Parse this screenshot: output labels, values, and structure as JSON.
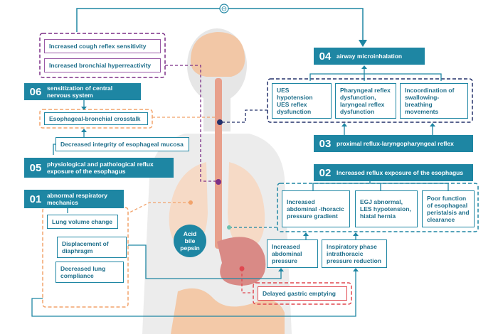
{
  "symbol_top": "⊖",
  "nodes": {
    "cough": "Increased cough reflex sensitivity",
    "bronchial": "Increased bronchial hyperreactivity",
    "n06_num": "06",
    "n06_text": "sensitization of central nervous system",
    "crosstalk": "Esophageal-bronchial crosstalk",
    "mucosa": "Decreased integrity of esophageal mucosa",
    "n05_num": "05",
    "n05_text": "physiological and pathological reflux exposure of the esophagus",
    "n01_num": "01",
    "n01_text": "abnormal respiratory mechanics",
    "lung_volume": "Lung volume change",
    "diaphragm": "Displacement of diaphragm",
    "compliance": "Decreased lung compliance",
    "n04_num": "04",
    "n04_text": "airway microinhalation",
    "ues": "UES hypotension UES reflex dysfunction",
    "pharyngeal": "Pharyngeal reflex dysfunction, laryngeal reflex dysfunction",
    "incoordination": "Incoordination of swallowing-breathing movements",
    "n03_num": "03",
    "n03_text": "proximal reflux-laryngopharyngeal reflex",
    "n02_num": "02",
    "n02_text": "Increased reflux exposure of the esophagus",
    "abd_thoracic": "Increased abdominal -thoracic pressure gradient",
    "egj": "EGJ abnormal, LES hypotension, hiatal hernia",
    "peristalsis": "Poor function of esophageal peristalsis and clearance",
    "abd_pressure": "Increased abdominal pressure",
    "inspiratory": "Inspiratory phase intrathoracic pressure reduction",
    "gastric": "Delayed gastric emptying",
    "acid_text": "Acid bile pepsin"
  },
  "colors": {
    "teal": "#1e86a3",
    "text": "#1f6f8b",
    "purple": "#7b2f86",
    "orange_dash": "#f2a36b",
    "red_dash": "#e0474f",
    "navy": "#23306a",
    "body_gray": "#e6e6e6",
    "brain": "#f2c7a6",
    "lung": "#f6dac6",
    "stomach": "#d98a86"
  }
}
